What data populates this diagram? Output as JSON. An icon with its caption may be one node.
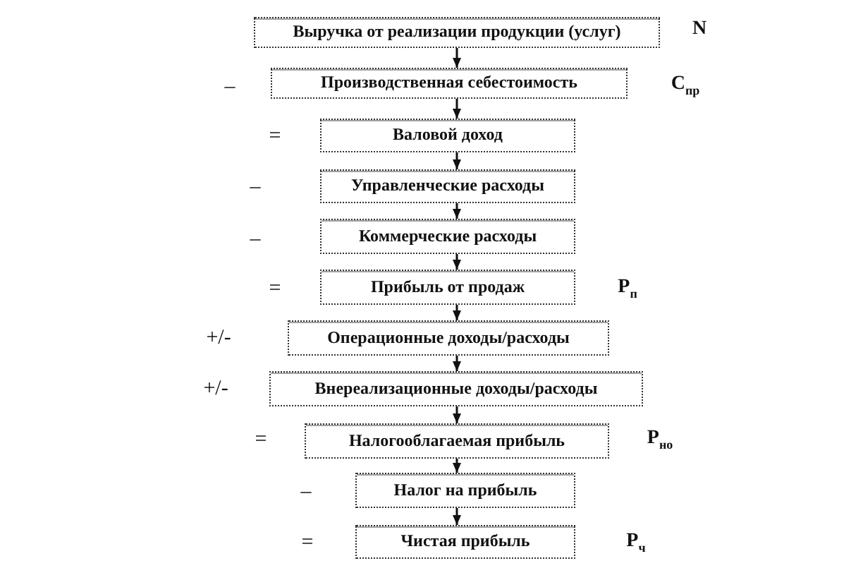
{
  "diagram": {
    "nodes": [
      {
        "text": [
          "Выручка от реализации продукции (услуг)"
        ]
      },
      {
        "text": [
          "Производственная себестоимость"
        ]
      },
      {
        "text": [
          "Валовой доход"
        ]
      },
      {
        "text": [
          "Управленческие расходы"
        ]
      },
      {
        "text": [
          "Коммерческие расходы"
        ]
      },
      {
        "text": [
          "Прибыль от продаж"
        ]
      },
      {
        "text": [
          "Операционные доходы/расходы"
        ]
      },
      {
        "text": [
          "Внереализационные доходы/расходы"
        ]
      },
      {
        "text": [
          "Налогооблагаемая прибыль"
        ]
      },
      {
        "text": [
          "Налог на прибыль"
        ]
      },
      {
        "text": [
          "Чистая прибыль"
        ]
      }
    ],
    "edges": [
      {
        "from": 0,
        "to": 1,
        "arrow": "to"
      },
      {
        "from": 1,
        "to": 2,
        "arrow": "to"
      },
      {
        "from": 2,
        "to": 3,
        "arrow": "to"
      },
      {
        "from": 3,
        "to": 4,
        "arrow": "to"
      },
      {
        "from": 4,
        "to": 5,
        "arrow": "to"
      },
      {
        "from": 5,
        "to": 6,
        "arrow": "to"
      },
      {
        "from": 6,
        "to": 7,
        "arrow": "to"
      },
      {
        "from": 7,
        "to": 8,
        "arrow": "to"
      },
      {
        "from": 8,
        "to": 9,
        "arrow": "to"
      },
      {
        "from": 9,
        "to": 10,
        "arrow": "to"
      }
    ],
    "labels": [
      "N",
      "–",
      "С$_{пр}$",
      "=",
      "–",
      "–",
      "=",
      "Р$_{п}$",
      "+/-",
      "+/-",
      "=",
      "Р$_{но}$",
      "–",
      "=",
      "Р$_{ч}$"
    ]
  }
}
